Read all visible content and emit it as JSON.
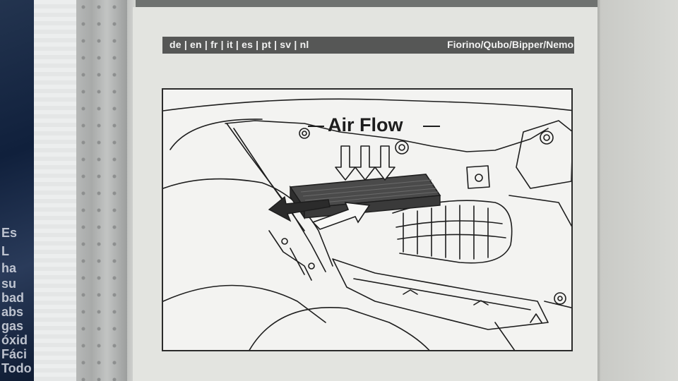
{
  "header": {
    "languages": "de | en | fr | it | es | pt | sv | nl",
    "models": "Fiorino/Qubo/Bipper/Nemo"
  },
  "figure": {
    "airflow_label": "Air Flow"
  },
  "background_box_text": {
    "lines": [
      "Es",
      "L",
      "ha",
      "su",
      "bad",
      "abs",
      "gas",
      "óxid",
      "Fáci",
      "Todo"
    ]
  },
  "colors": {
    "header_bar": "#565756",
    "page": "#e3e4e0",
    "drawing_line": "#1d1d1d",
    "filter_dark": "#3a3a3a",
    "box_blue": "#1a2a48"
  }
}
